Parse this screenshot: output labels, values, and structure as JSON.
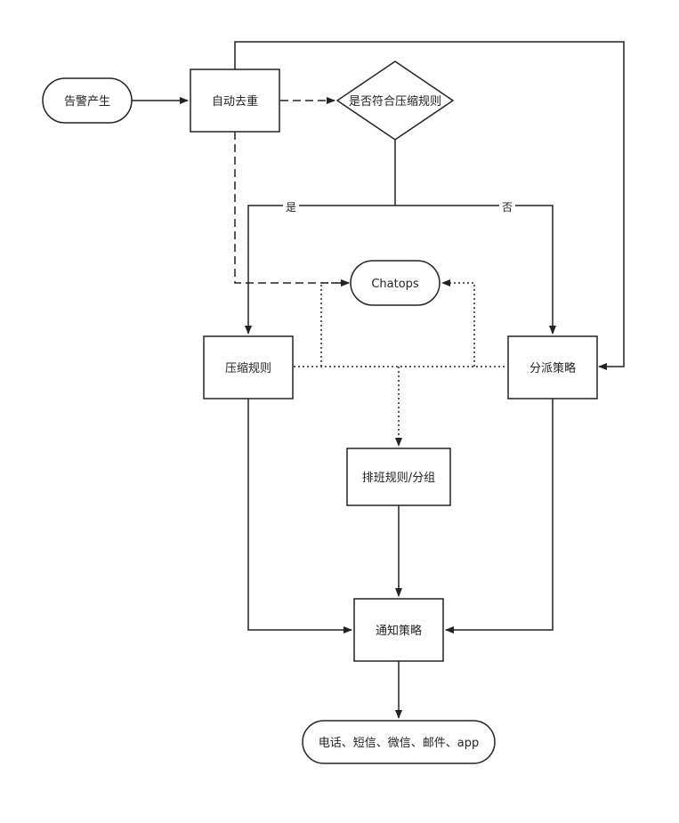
{
  "nodes": {
    "alert": {
      "label": "告警产生"
    },
    "dedup": {
      "label": "自动去重"
    },
    "decision": {
      "label": "是否符合压缩规则"
    },
    "chatops": {
      "label": "Chatops"
    },
    "compress": {
      "label": "压缩规则"
    },
    "dispatch": {
      "label": "分派策略"
    },
    "schedule": {
      "label": "排班规则/分组"
    },
    "notify": {
      "label": "通知策略"
    },
    "channels": {
      "label": "电话、短信、微信、邮件、app"
    }
  },
  "edges": {
    "yes_label": "是",
    "no_label": "否"
  },
  "colors": {
    "stroke": "#222222",
    "fill": "#ffffff"
  }
}
